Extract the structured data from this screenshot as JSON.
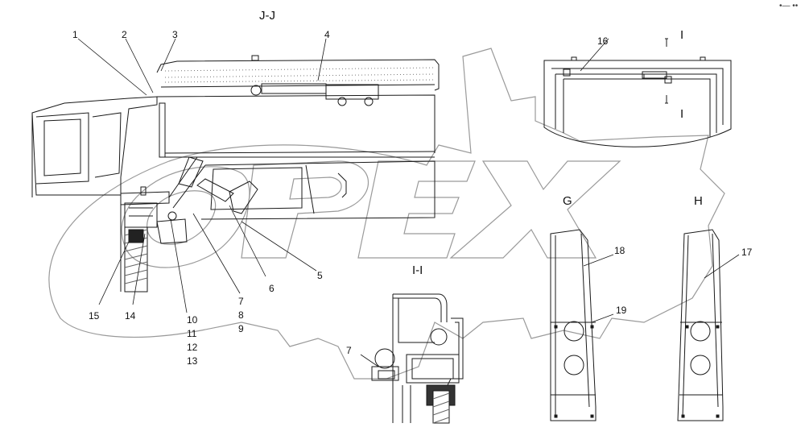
{
  "views": {
    "jj": "J-J",
    "ii": "I-I",
    "g": "G",
    "h": "H",
    "i_top": "I",
    "i_bottom": "I"
  },
  "callouts": {
    "c1": "1",
    "c2": "2",
    "c3": "3",
    "c4": "4",
    "c5": "5",
    "c6": "6",
    "c7": "7",
    "c8": "8",
    "c9": "9",
    "c10": "10",
    "c11": "11",
    "c12": "12",
    "c13": "13",
    "c14": "14",
    "c15": "15",
    "c16": "16",
    "c17": "17",
    "c18": "18",
    "c19": "19",
    "c7b": "7"
  },
  "watermark": {
    "text": "OPEX"
  },
  "corner_mark": "•— ••",
  "colors": {
    "line": "#1a1a1a",
    "watermark_outline": "#9a9a9a",
    "hatch": "#666666"
  }
}
